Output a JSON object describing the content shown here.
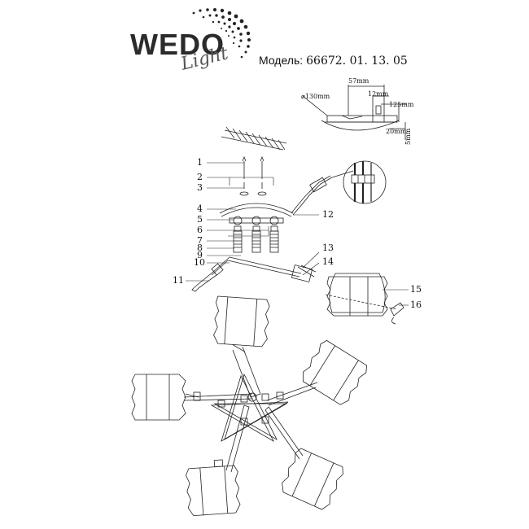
{
  "brand": {
    "word": "WEDO",
    "script": "Light"
  },
  "model": {
    "label": "Модель:",
    "number": "66672. 01. 13. 05"
  },
  "dimensions": {
    "d1": "⌀130mm",
    "d2": "57mm",
    "d3": "12mm",
    "d4": "125mm",
    "d5": "20mm",
    "d6": "5mm"
  },
  "callouts": [
    "1",
    "2",
    "3",
    "4",
    "5",
    "6",
    "7",
    "8",
    "9",
    "10",
    "11",
    "12",
    "13",
    "14",
    "15",
    "16"
  ]
}
